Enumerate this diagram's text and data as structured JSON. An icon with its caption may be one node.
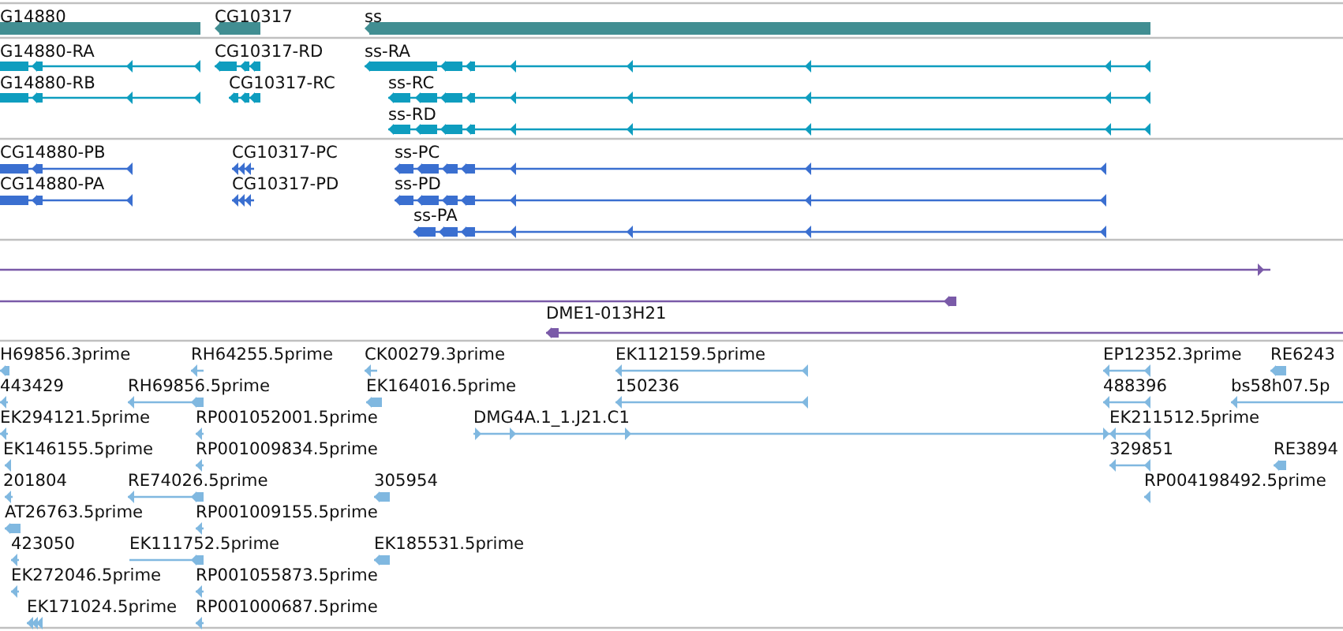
{
  "diagram": {
    "labels": [
      "G14880",
      "CG10317",
      "ss",
      "G14880-RA",
      "CG10317-RD",
      "ss-RA",
      "G14880-RB",
      "CG10317-RC",
      "ss-RC",
      "ss-RD",
      "CG14880-PB",
      "CG10317-PC",
      "ss-PC",
      "CG14880-PA",
      "CG10317-PD",
      "ss-PD",
      "ss-PA",
      "DME1-013H21",
      "H69856.3prime",
      "RH64255.5prime",
      "CK00279.3prime",
      "EK112159.5prime",
      "EP12352.3prime",
      "RE6243",
      "443429",
      "RH69856.5prime",
      "EK164016.5prime",
      "150236",
      "488396",
      "bs58h07.5p",
      "EK294121.5prime",
      "RP001052001.5prime",
      "DMG4A.1_1.J21.C1",
      "EK211512.5prime",
      "EK146155.5prime",
      "RP001009834.5prime",
      "329851",
      "RE3894",
      "201804",
      "RE74026.5prime",
      "305954",
      "RP004198492.5prime",
      "AT26763.5prime",
      "RP001009155.5prime",
      "423050",
      "EK111752.5prime",
      "EK185531.5prime",
      "EK272046.5prime",
      "RP001055873.5prime",
      "EK171024.5prime",
      "RP001000687.5prime"
    ]
  }
}
